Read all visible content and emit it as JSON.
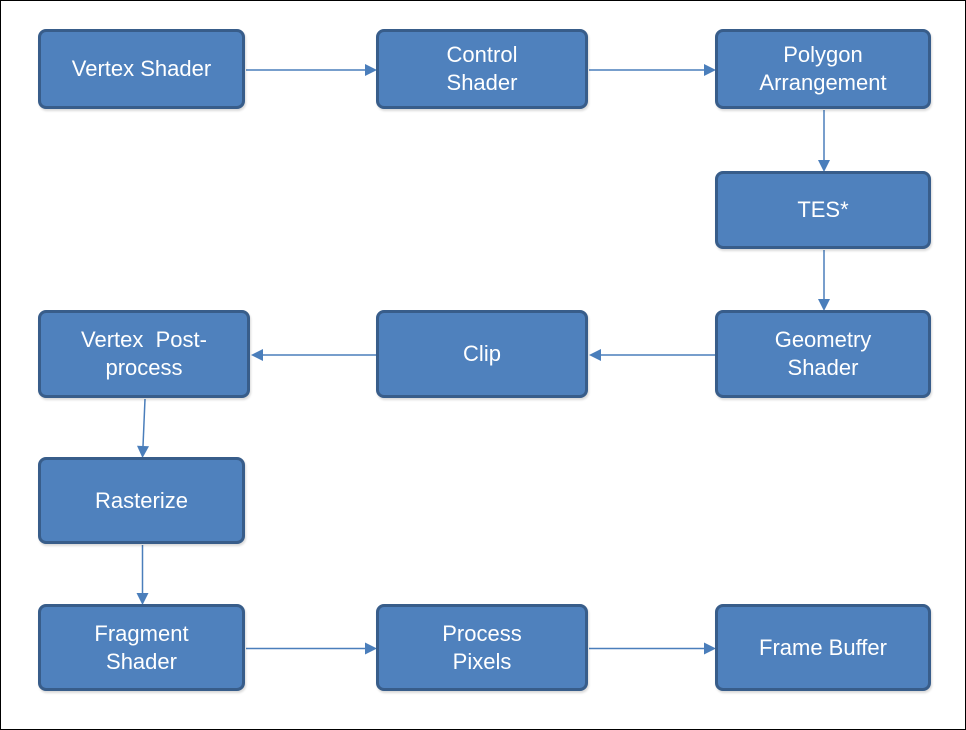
{
  "diagram": {
    "colors": {
      "node_fill": "#4f81bd",
      "node_border": "#385d8a",
      "node_text": "#ffffff",
      "connector": "#4a7ebb"
    },
    "nodes": [
      {
        "id": "vertex-shader",
        "lines": [
          "Vertex Shader"
        ]
      },
      {
        "id": "control-shader",
        "lines": [
          "Control",
          "Shader"
        ]
      },
      {
        "id": "polygon-arrangement",
        "lines": [
          "Polygon",
          "Arrangement"
        ]
      },
      {
        "id": "tes",
        "lines": [
          "TES*"
        ]
      },
      {
        "id": "geometry-shader",
        "lines": [
          "Geometry",
          "Shader"
        ]
      },
      {
        "id": "clip",
        "lines": [
          "Clip"
        ]
      },
      {
        "id": "vertex-post-process",
        "lines": [
          "Vertex  Post-",
          "process"
        ]
      },
      {
        "id": "rasterize",
        "lines": [
          "Rasterize"
        ]
      },
      {
        "id": "fragment-shader",
        "lines": [
          "Fragment",
          "Shader"
        ]
      },
      {
        "id": "process-pixels",
        "lines": [
          "Process",
          "Pixels"
        ]
      },
      {
        "id": "frame-buffer",
        "lines": [
          "Frame Buffer"
        ]
      }
    ],
    "edges": [
      {
        "from": "vertex-shader",
        "to": "control-shader"
      },
      {
        "from": "control-shader",
        "to": "polygon-arrangement"
      },
      {
        "from": "polygon-arrangement",
        "to": "tes"
      },
      {
        "from": "tes",
        "to": "geometry-shader"
      },
      {
        "from": "geometry-shader",
        "to": "clip"
      },
      {
        "from": "clip",
        "to": "vertex-post-process"
      },
      {
        "from": "vertex-post-process",
        "to": "rasterize"
      },
      {
        "from": "rasterize",
        "to": "fragment-shader"
      },
      {
        "from": "fragment-shader",
        "to": "process-pixels"
      },
      {
        "from": "process-pixels",
        "to": "frame-buffer"
      }
    ]
  }
}
